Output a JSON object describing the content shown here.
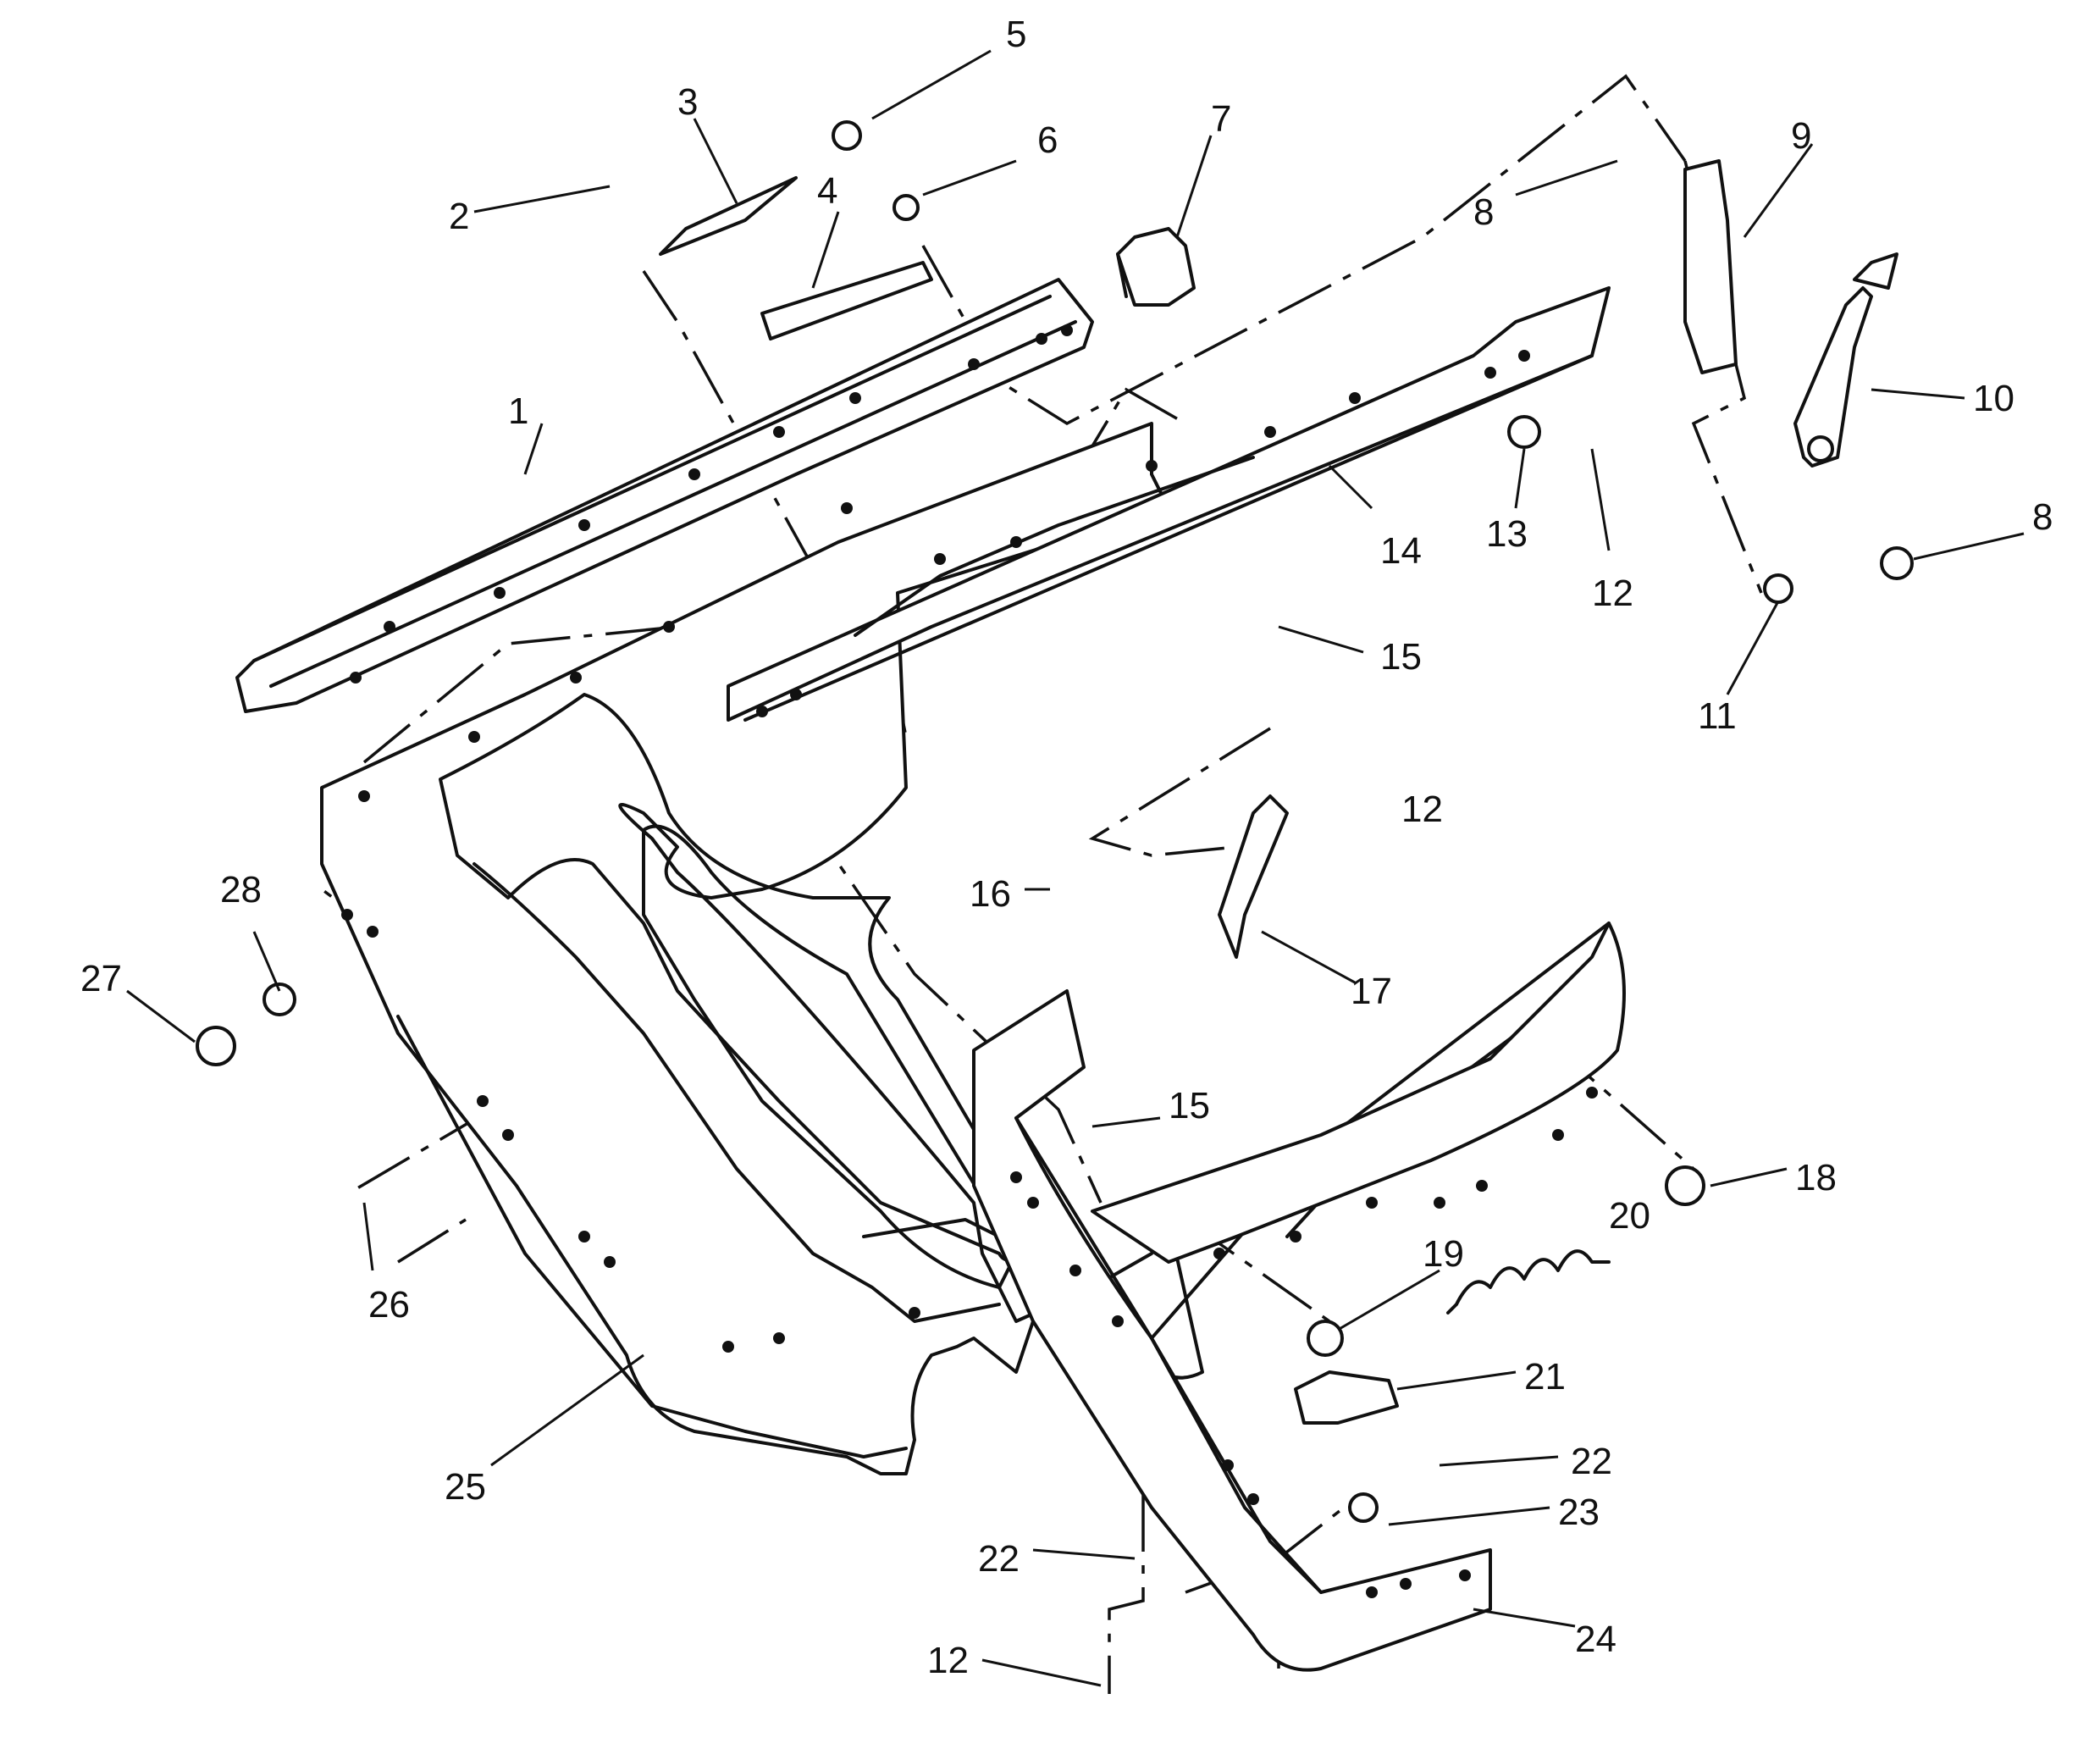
{
  "diagram": {
    "callouts": [
      "1",
      "2",
      "3",
      "4",
      "5",
      "6",
      "7",
      "8",
      "9",
      "10",
      "8",
      "11",
      "12",
      "13",
      "14",
      "15",
      "16",
      "12",
      "17",
      "15",
      "18",
      "19",
      "20",
      "21",
      "22",
      "23",
      "22",
      "12",
      "24",
      "25",
      "26",
      "27",
      "28"
    ]
  }
}
